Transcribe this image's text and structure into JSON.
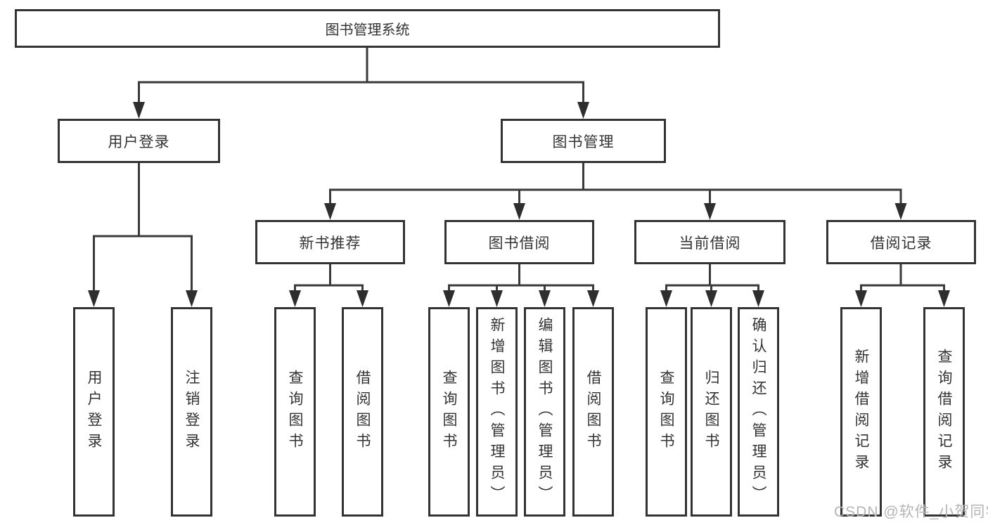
{
  "root": {
    "label": "图书管理系统"
  },
  "level2": [
    {
      "label": "用户登录"
    },
    {
      "label": "图书管理"
    }
  ],
  "level3": [
    {
      "label": "新书推荐"
    },
    {
      "label": "图书借阅"
    },
    {
      "label": "当前借阅"
    },
    {
      "label": "借阅记录"
    }
  ],
  "leaves": [
    {
      "parent": "用户登录",
      "label": "用户登录"
    },
    {
      "parent": "用户登录",
      "label": "注销登录"
    },
    {
      "parent": "新书推荐",
      "label": "查询图书"
    },
    {
      "parent": "新书推荐",
      "label": "借阅图书"
    },
    {
      "parent": "图书借阅",
      "label": "查询图书"
    },
    {
      "parent": "图书借阅",
      "label": "新增图书（管理员）"
    },
    {
      "parent": "图书借阅",
      "label": "编辑图书（管理员）"
    },
    {
      "parent": "图书借阅",
      "label": "借阅图书"
    },
    {
      "parent": "当前借阅",
      "label": "查询图书"
    },
    {
      "parent": "当前借阅",
      "label": "归还图书"
    },
    {
      "parent": "当前借阅",
      "label": "确认归还（管理员）"
    },
    {
      "parent": "借阅记录",
      "label": "新增借阅记录"
    },
    {
      "parent": "借阅记录",
      "label": "查询借阅记录"
    }
  ],
  "watermark": "CSDN @软件_小贺同学",
  "colors": {
    "line": "#333333",
    "text": "#333333",
    "watermark": "#b5b5b5",
    "background": "#ffffff"
  }
}
